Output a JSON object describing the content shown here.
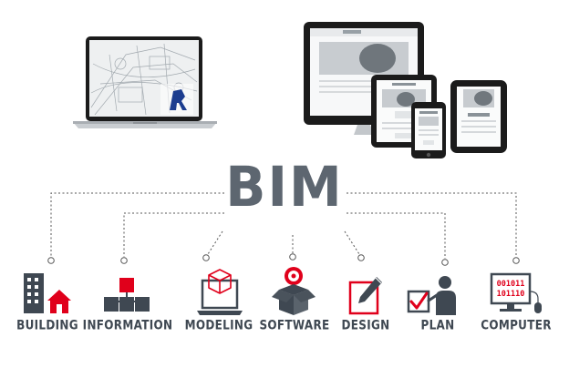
{
  "title": "BIM",
  "categories": [
    {
      "key": "building",
      "label": "BUILDING",
      "icon": "building-house-icon"
    },
    {
      "key": "information",
      "label": "INFORMATION",
      "icon": "flowchart-icon"
    },
    {
      "key": "modeling",
      "label": "MODELING",
      "icon": "laptop-cube-icon"
    },
    {
      "key": "software",
      "label": "SOFTWARE",
      "icon": "box-disc-icon"
    },
    {
      "key": "design",
      "label": "DESIGN",
      "icon": "pencil-square-icon"
    },
    {
      "key": "plan",
      "label": "PLAN",
      "icon": "presenter-checkbox-icon"
    },
    {
      "key": "computer",
      "label": "COMPUTER",
      "icon": "binary-monitor-icon"
    }
  ],
  "computer_binary": [
    "001011",
    "101110"
  ],
  "colors": {
    "title": "#5d6670",
    "icon_dark": "#3f4852",
    "accent_red": "#e0001b",
    "connector": "#555555",
    "device_frame": "#1b1b1b",
    "revit_blue": "#1c3d8f"
  }
}
